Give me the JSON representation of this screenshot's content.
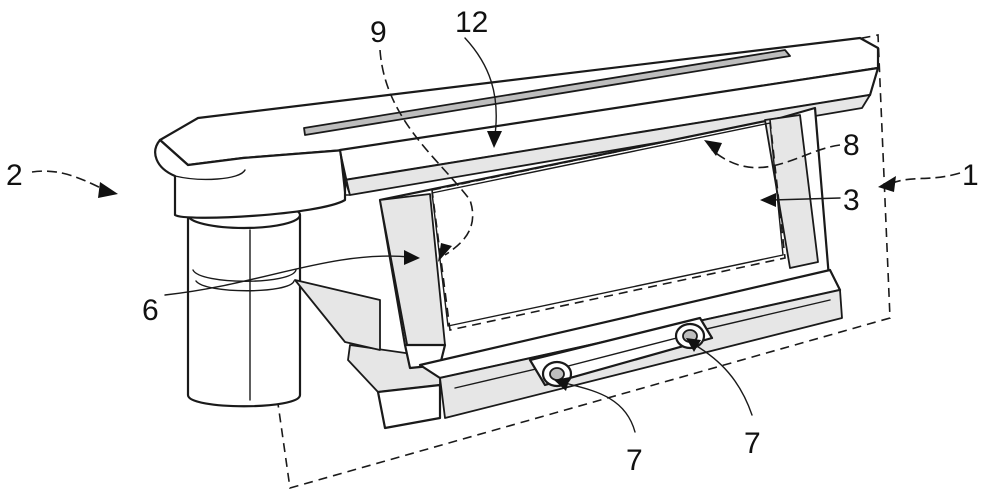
{
  "figure": {
    "reference_numerals": {
      "label_1": "1",
      "label_2": "2",
      "label_3": "3",
      "label_6": "6",
      "label_7a": "7",
      "label_7b": "7",
      "label_8": "8",
      "label_9": "9",
      "label_12": "12"
    }
  }
}
